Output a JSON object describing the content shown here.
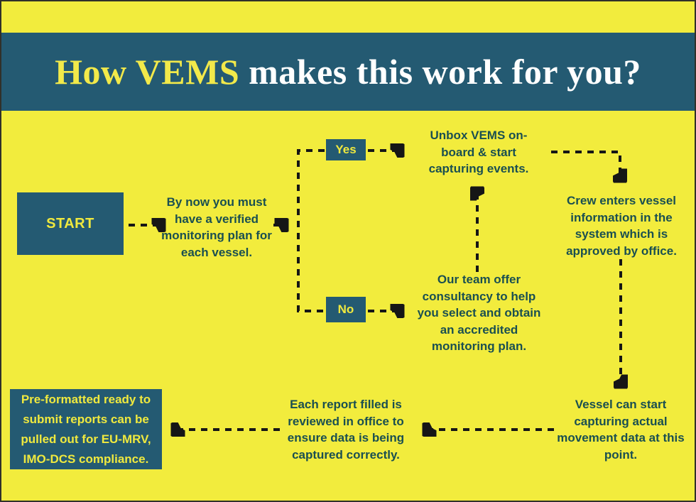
{
  "colors": {
    "background_yellow": "#f2ec3d",
    "band_teal": "#245a72",
    "box_teal": "#245a72",
    "title_highlight_yellow": "#f2e94a",
    "title_rest_white": "#ffffff",
    "body_text_teal": "#1a4f51",
    "box_label_yellow": "#f0e93e",
    "arrow_black": "#161616"
  },
  "title": {
    "highlight": "How VEMS",
    "rest": " makes this work for you?"
  },
  "nodes": {
    "start": {
      "label": "START"
    },
    "by_now": {
      "text": "By now you must have a verified monitoring plan for each vessel."
    },
    "yes": {
      "label": "Yes"
    },
    "no": {
      "label": "No"
    },
    "unbox": {
      "text": "Unbox VEMS on-board & start capturing events."
    },
    "consultancy": {
      "text": "Our team offer consultancy to help you select and obtain an accredited monitoring plan."
    },
    "crew": {
      "text": "Crew enters vessel information in the system which is approved by office."
    },
    "vessel": {
      "text": "Vessel can start capturing actual movement data at this point."
    },
    "each_report": {
      "text": "Each report filled is reviewed in office to ensure data is being captured correctly."
    },
    "reports": {
      "text": "Pre-formatted ready to submit reports can be pulled out for EU-MRV, IMO-DCS compliance."
    }
  }
}
